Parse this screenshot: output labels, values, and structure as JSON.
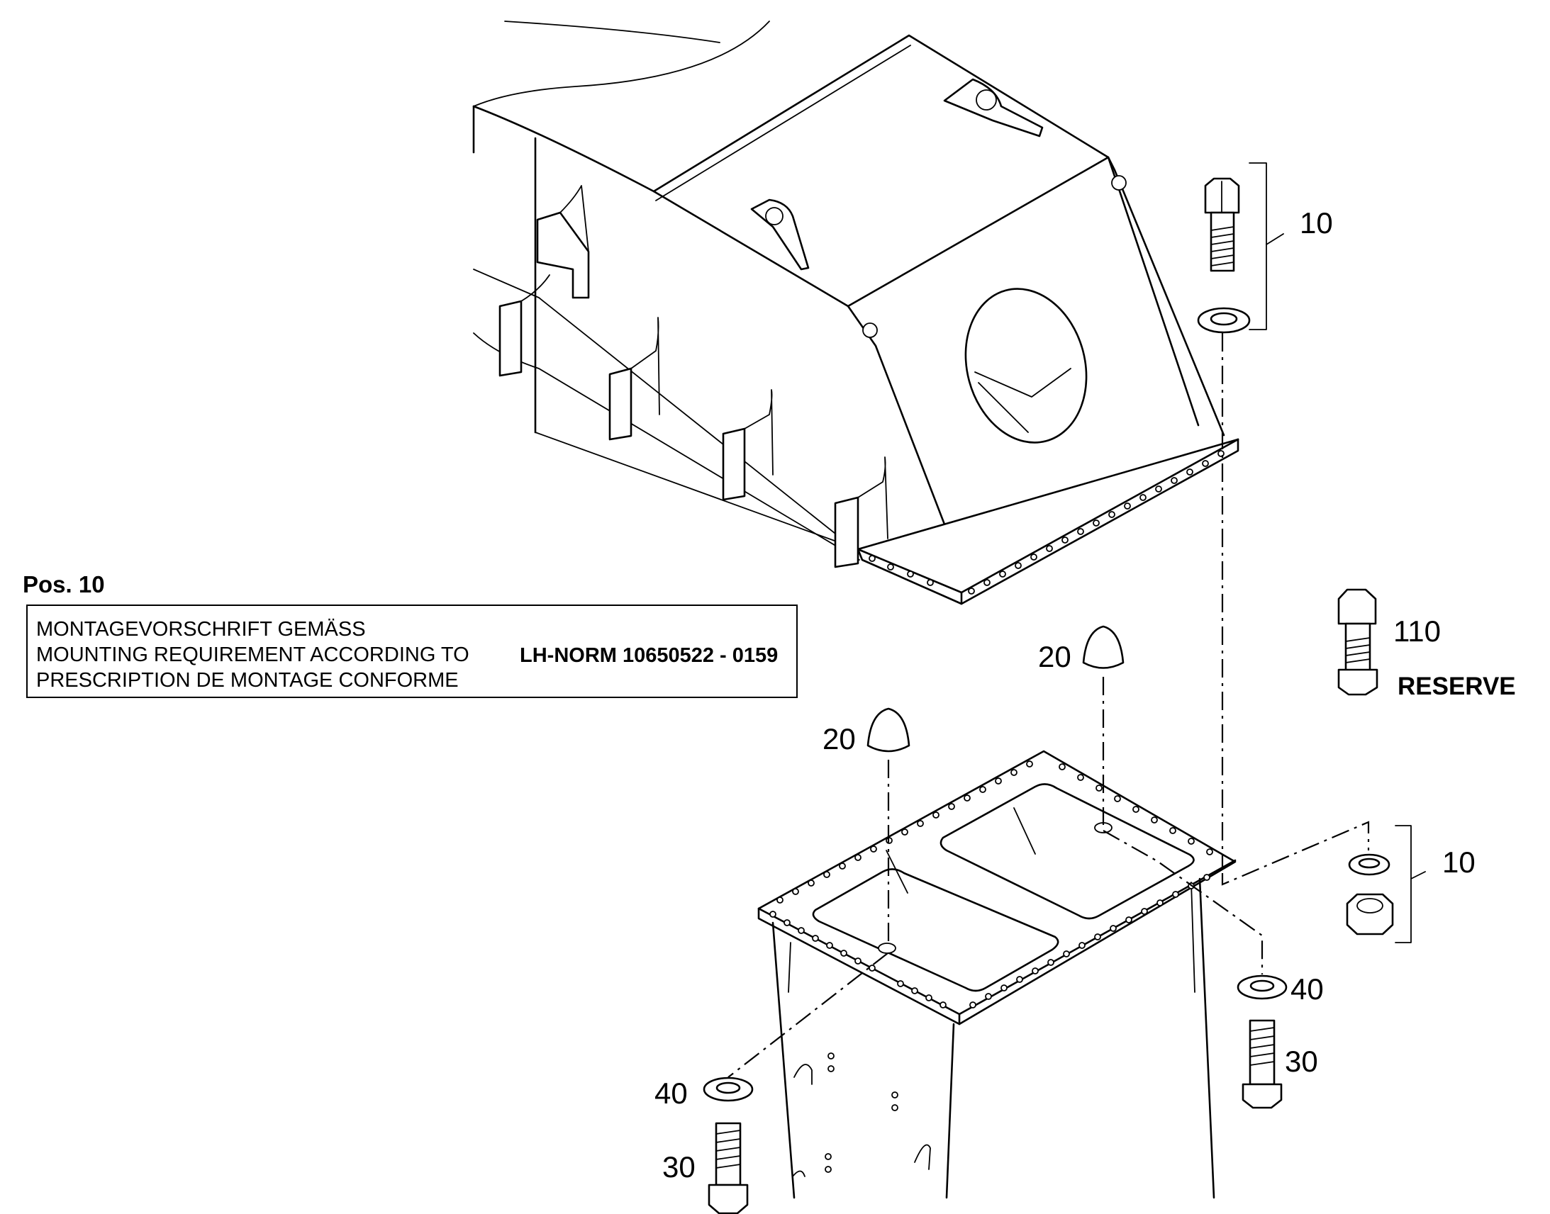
{
  "note": {
    "heading": "Pos. 10",
    "lines": [
      "MONTAGEVORSCHRIFT GEMÄSS",
      "MOUNTING REQUIREMENT ACCORDING TO",
      "PRESCRIPTION DE MONTAGE CONFORME"
    ],
    "norm_reference": "LH-NORM 10650522 - 0159"
  },
  "callouts": {
    "bolt_washer_top": "10",
    "nut_washer_right": "10",
    "centering_pin_upper": "20",
    "centering_pin_lower": "20",
    "spare_bolt_nut": "110",
    "washer_left": "40",
    "washer_right": "40",
    "bolt_left": "30",
    "bolt_right": "30"
  },
  "reserve_label": "RESERVE"
}
